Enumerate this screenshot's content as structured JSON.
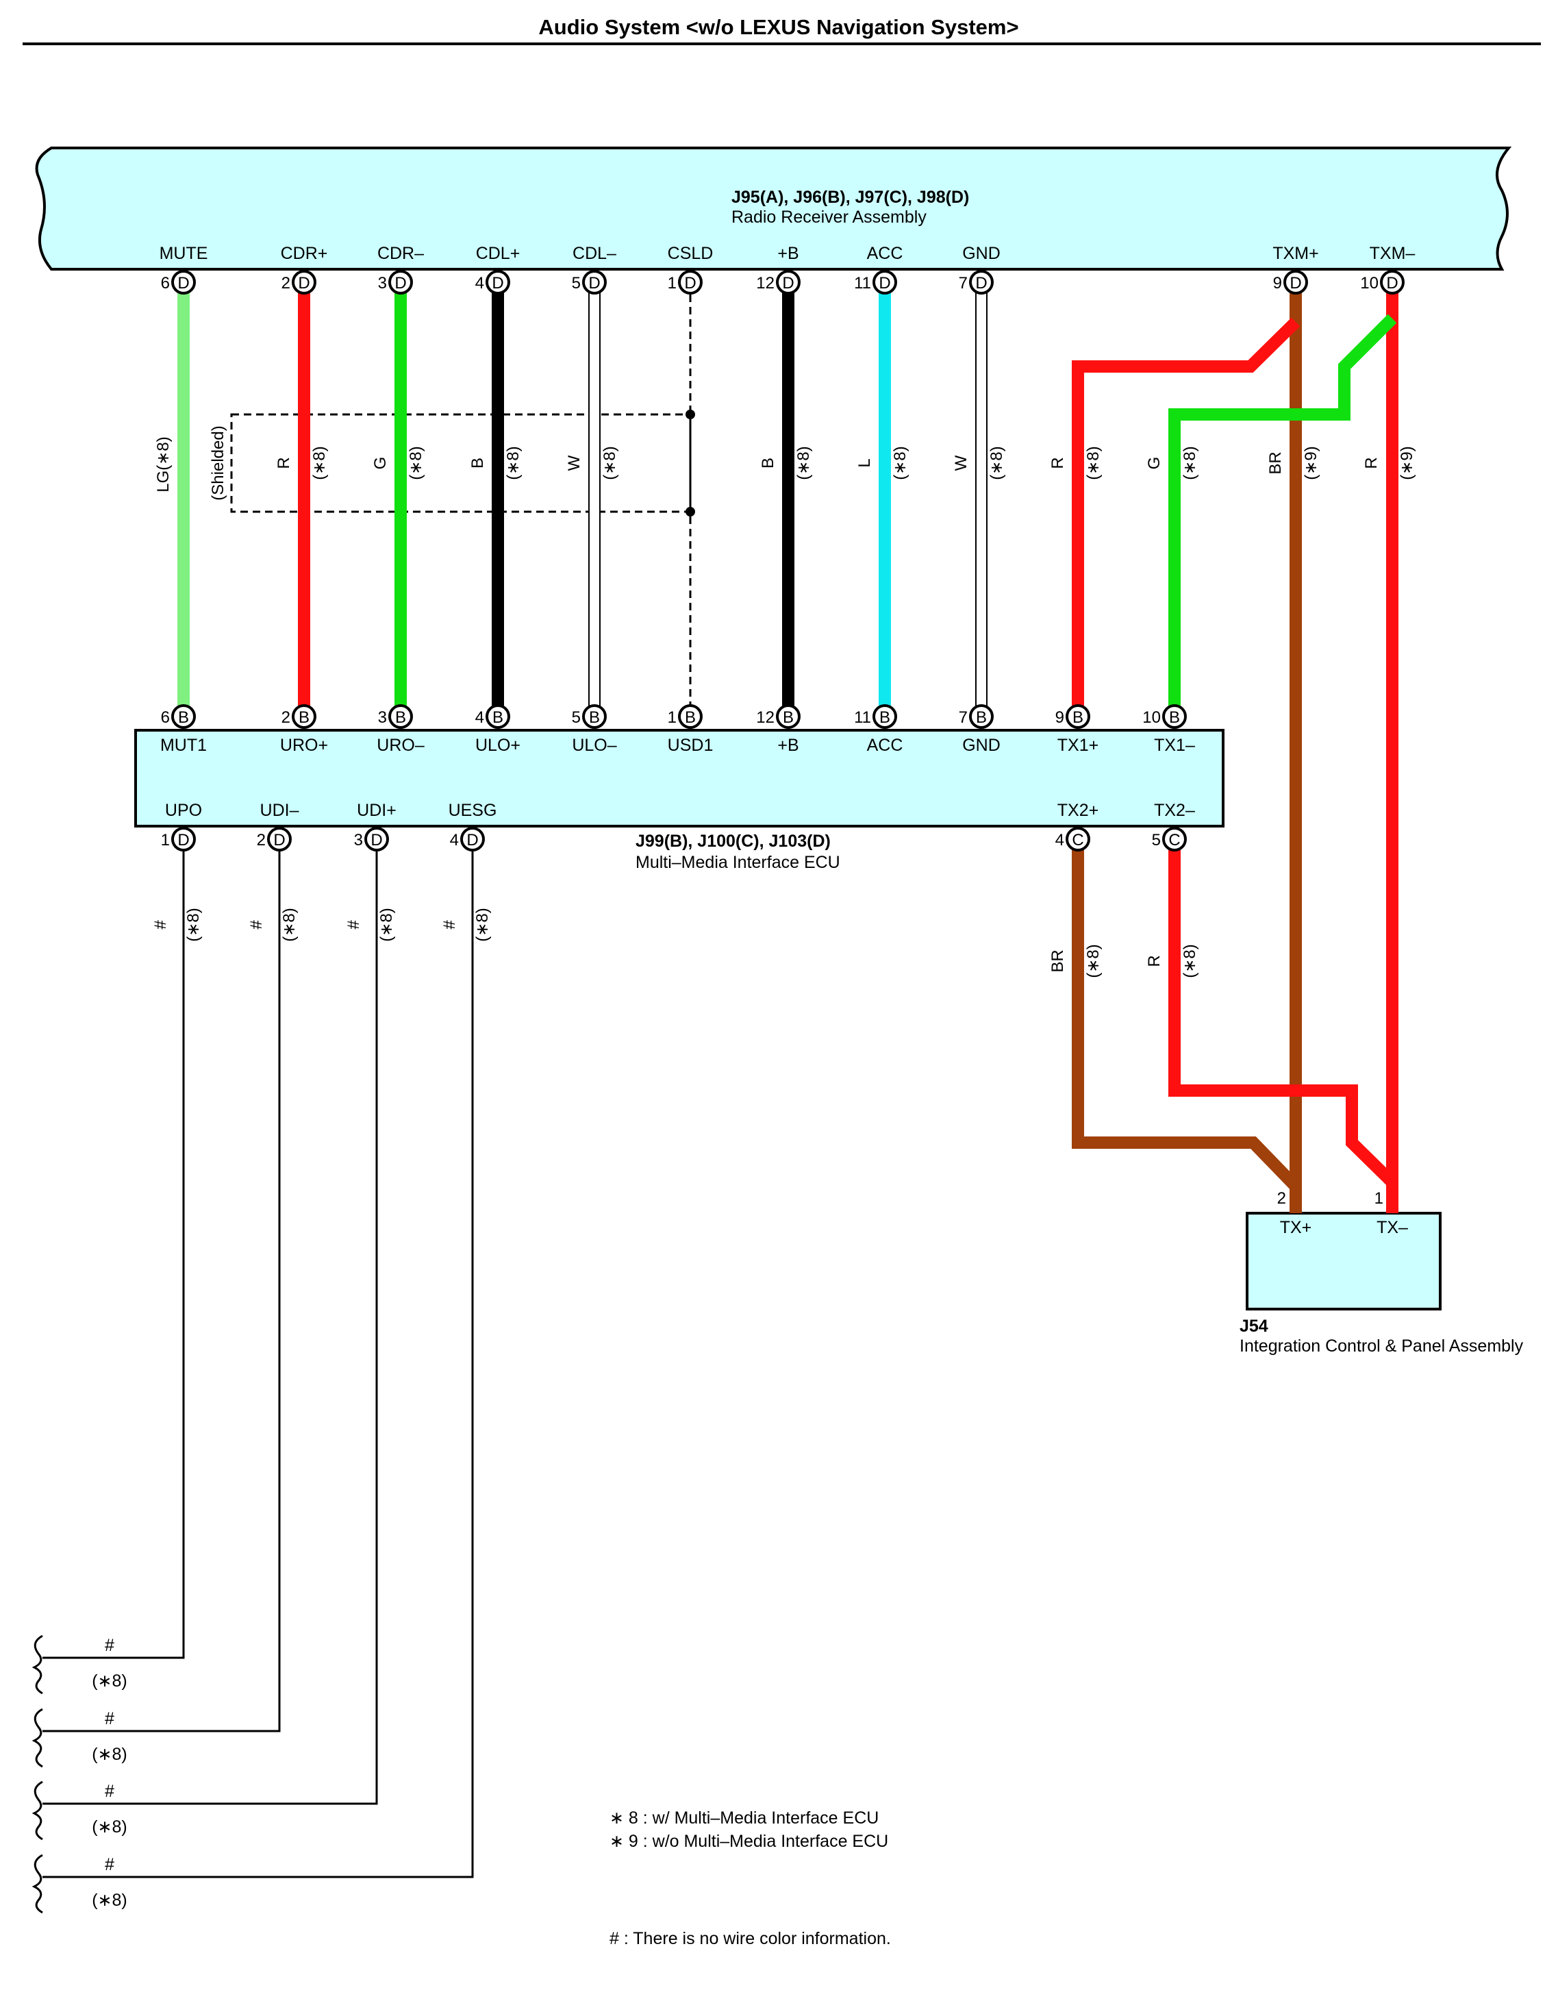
{
  "title": "Audio System <w/o LEXUS Navigation System>",
  "radio": {
    "connectors": "J95(A), J96(B), J97(C), J98(D)",
    "name": "Radio Receiver Assembly"
  },
  "ecu": {
    "connectors": "J99(B), J100(C), J103(D)",
    "name": "Multi–Media Interface ECU"
  },
  "panel": {
    "id": "J54",
    "name": "Integration Control & Panel Assembly",
    "pins": [
      {
        "num": "2",
        "label": "TX+"
      },
      {
        "num": "1",
        "label": "TX–"
      }
    ]
  },
  "shielded_label": "(Shielded)",
  "wires": [
    {
      "from_pin": "6",
      "from_conn": "D",
      "from_label": "MUTE",
      "to_pin": "6",
      "to_conn": "B",
      "to_label": "MUT1",
      "color_code": "LG(∗8)",
      "note": "",
      "color": "#80f080"
    },
    {
      "from_pin": "2",
      "from_conn": "D",
      "from_label": "CDR+",
      "to_pin": "2",
      "to_conn": "B",
      "to_label": "URO+",
      "color_code": "R",
      "note": "(∗8)",
      "color": "#ff1010"
    },
    {
      "from_pin": "3",
      "from_conn": "D",
      "from_label": "CDR–",
      "to_pin": "3",
      "to_conn": "B",
      "to_label": "URO–",
      "color_code": "G",
      "note": "(∗8)",
      "color": "#10e010"
    },
    {
      "from_pin": "4",
      "from_conn": "D",
      "from_label": "CDL+",
      "to_pin": "4",
      "to_conn": "B",
      "to_label": "ULO+",
      "color_code": "B",
      "note": "(∗8)",
      "color": "#000000"
    },
    {
      "from_pin": "5",
      "from_conn": "D",
      "from_label": "CDL–",
      "to_pin": "5",
      "to_conn": "B",
      "to_label": "ULO–",
      "color_code": "W",
      "note": "(∗8)",
      "color": "#ffffff"
    },
    {
      "from_pin": "1",
      "from_conn": "D",
      "from_label": "CSLD",
      "to_pin": "1",
      "to_conn": "B",
      "to_label": "USD1",
      "color_code": "",
      "note": "",
      "color": "#000000"
    },
    {
      "from_pin": "12",
      "from_conn": "D",
      "from_label": "+B",
      "to_pin": "12",
      "to_conn": "B",
      "to_label": "+B",
      "color_code": "B",
      "note": "(∗8)",
      "color": "#000000"
    },
    {
      "from_pin": "11",
      "from_conn": "D",
      "from_label": "ACC",
      "to_pin": "11",
      "to_conn": "B",
      "to_label": "ACC",
      "color_code": "L",
      "note": "(∗8)",
      "color": "#10e8f0"
    },
    {
      "from_pin": "7",
      "from_conn": "D",
      "from_label": "GND",
      "to_pin": "7",
      "to_conn": "B",
      "to_label": "GND",
      "color_code": "W",
      "note": "(∗8)",
      "color": "#ffffff"
    }
  ],
  "tx_wires": [
    {
      "from_pin": "9",
      "from_conn": "D",
      "from_label": "TXM+",
      "color_code": "BR",
      "note": "(∗9)",
      "color": "#a0400a"
    },
    {
      "from_pin": "10",
      "from_conn": "D",
      "from_label": "TXM–",
      "color_code": "R",
      "note": "(∗9)",
      "color": "#ff1010"
    }
  ],
  "ecu_tx_pins": [
    {
      "pin": "9",
      "conn": "B",
      "label": "TX1+",
      "color_code": "R",
      "note": "(∗8)",
      "color": "#ff1010"
    },
    {
      "pin": "10",
      "conn": "B",
      "label": "TX1–",
      "color_code": "G",
      "note": "(∗8)",
      "color": "#10e010"
    }
  ],
  "ecu_bottom_pins": [
    {
      "pin": "1",
      "conn": "D",
      "label": "UPO",
      "color_code": "#",
      "note": "(∗8)"
    },
    {
      "pin": "2",
      "conn": "D",
      "label": "UDI–",
      "color_code": "#",
      "note": "(∗8)"
    },
    {
      "pin": "3",
      "conn": "D",
      "label": "UDI+",
      "color_code": "#",
      "note": "(∗8)"
    },
    {
      "pin": "4",
      "conn": "D",
      "label": "UESG",
      "color_code": "#",
      "note": "(∗8)"
    }
  ],
  "ecu_tx2_pins": [
    {
      "pin": "4",
      "conn": "C",
      "label": "TX2+",
      "color_code": "BR",
      "note": "(∗8)",
      "color": "#a0400a"
    },
    {
      "pin": "5",
      "conn": "C",
      "label": "TX2–",
      "color_code": "R",
      "note": "(∗8)",
      "color": "#ff1010"
    }
  ],
  "leads": [
    {
      "code": "#",
      "note": "(∗8)"
    },
    {
      "code": "#",
      "note": "(∗8)"
    },
    {
      "code": "#",
      "note": "(∗8)"
    },
    {
      "code": "#",
      "note": "(∗8)"
    }
  ],
  "notes": [
    "∗ 8 : w/ Multi–Media Interface ECU",
    "∗ 9 : w/o Multi–Media Interface ECU"
  ],
  "hash_note": "# : There is no wire color information.",
  "colors": {
    "connector_fill": "#ccffff",
    "line": "#000000"
  }
}
